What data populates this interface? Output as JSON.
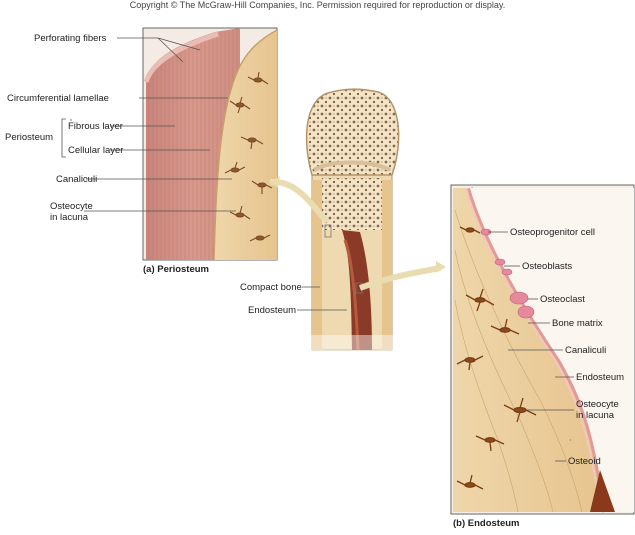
{
  "copyright": "Copyright © The McGraw-Hill Companies, Inc. Permission required for reproduction or display.",
  "panel_a": {
    "caption": "(a) Periosteum",
    "labels": {
      "perforating_fibers": "Perforating fibers",
      "circumferential_lamellae": "Circumferential lamellae",
      "periosteum": "Periosteum",
      "fibrous_layer": "Fibrous layer",
      "cellular_layer": "Cellular layer",
      "canaliculi": "Canaliculi",
      "osteocyte_line1": "Osteocyte",
      "osteocyte_line2": "in lacuna"
    }
  },
  "center": {
    "compact_bone": "Compact bone",
    "endosteum": "Endosteum"
  },
  "panel_b": {
    "caption": "(b) Endosteum",
    "labels": {
      "osteoprogenitor_cell": "Osteoprogenitor cell",
      "osteoblasts": "Osteoblasts",
      "osteoclast": "Osteoclast",
      "bone_matrix": "Bone matrix",
      "canaliculi": "Canaliculi",
      "endosteum": "Endosteum",
      "osteocyte_line1": "Osteocyte",
      "osteocyte_line2": "in lacuna",
      "osteoid": "Osteoid"
    }
  }
}
